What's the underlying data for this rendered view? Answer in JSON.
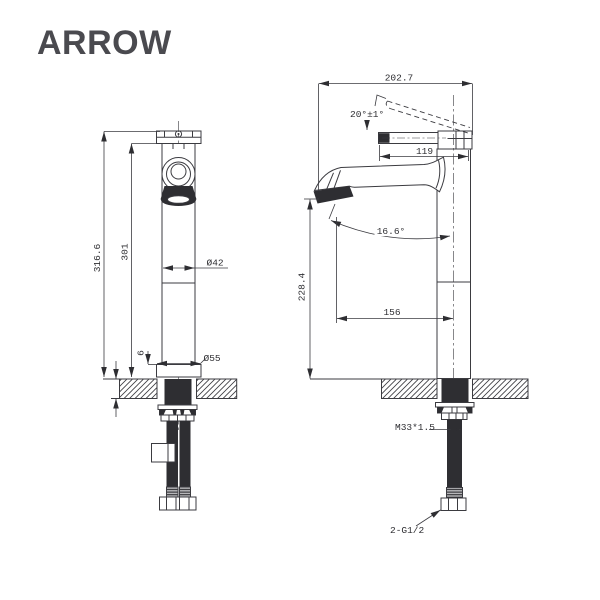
{
  "brand": {
    "logo_text": "ARROW"
  },
  "colors": {
    "line": "#3b3b40",
    "dark_fill": "#2e2e32",
    "logo": "#4a4a4f",
    "background": "#ffffff"
  },
  "front_view": {
    "dims": {
      "total_height": "316.6",
      "height_above_counter": "301",
      "body_diameter": "Ø42",
      "base_diameter": "Ø55",
      "base_plate_height": "6"
    }
  },
  "side_view": {
    "dims": {
      "overall_depth": "202.7",
      "handle_angle": "20°±1°",
      "handle_length": "119",
      "spout_angle": "16.6°",
      "outlet_height": "228.4",
      "spout_reach": "156",
      "mounting_thread": "M33*1.5",
      "inlet_connection": "2-G1/2"
    }
  }
}
